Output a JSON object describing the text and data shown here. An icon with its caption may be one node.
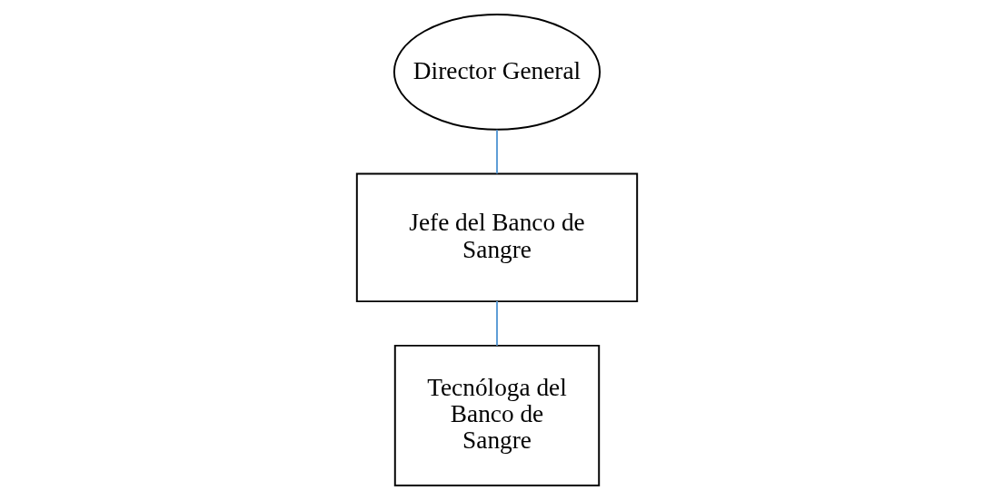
{
  "diagram": {
    "nodes": [
      {
        "text": [
          "Director General"
        ]
      },
      {
        "text": [
          "Jefe del Banco de Sangre"
        ]
      },
      {
        "text": [
          "Tecnóloga del Banco de Sangre"
        ]
      }
    ],
    "edges": [
      {
        "from": 0,
        "to": 1,
        "arrow": "none"
      },
      {
        "from": 1,
        "to": 2,
        "arrow": "none"
      }
    ]
  }
}
